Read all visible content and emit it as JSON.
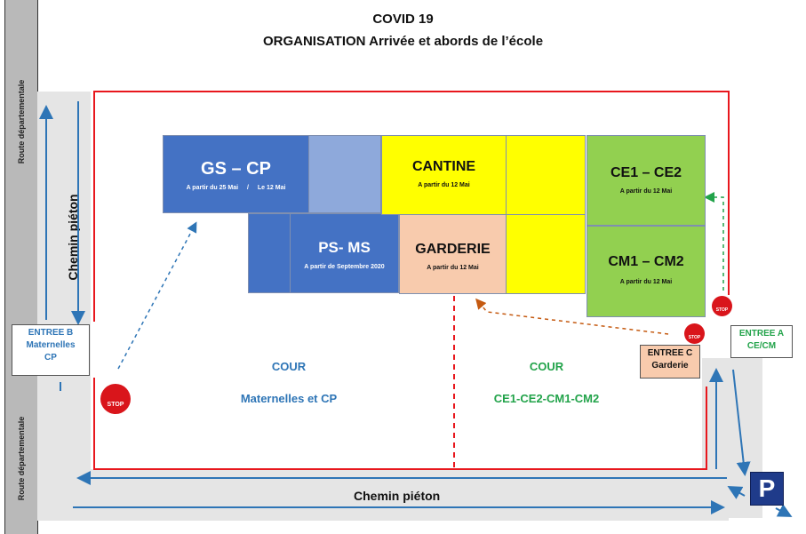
{
  "title": {
    "line1": "COVID 19",
    "line2": "ORGANISATION Arrivée et abords de l’école"
  },
  "roads": {
    "left_top": "Route départementale",
    "left_bottom": "Route départementale"
  },
  "paths": {
    "left": "Chemin piéton",
    "bottom": "Chemin piéton"
  },
  "buildings": {
    "gs_cp": {
      "name": "GS – CP",
      "sub_a": "A partir du 25 Mai",
      "sub_sep": "/",
      "sub_b": "Le 12 Mai"
    },
    "ps_ms": {
      "name": "PS- MS",
      "sub": "A partir de Septembre 2020"
    },
    "cantine": {
      "name": "CANTINE",
      "sub": "A partir du 12 Mai"
    },
    "garderie": {
      "name": "GARDERIE",
      "sub": "A partir du 12 Mai"
    },
    "ce": {
      "name": "CE1 – CE2",
      "sub": "A partir du 12 Mai"
    },
    "cm": {
      "name": "CM1 – CM2",
      "sub": "A partir du 12 Mai"
    }
  },
  "entrances": {
    "b": {
      "line1": "ENTREE B",
      "line2": "Maternelles",
      "line3": "CP"
    },
    "a": {
      "line1": "ENTREE A",
      "line2": "CE/CM"
    },
    "c": {
      "line1": "ENTREE C",
      "line2": "Garderie"
    }
  },
  "courts": {
    "left": {
      "line1": "COUR",
      "line2": "Maternelles et CP"
    },
    "right": {
      "line1": "COUR",
      "line2": "CE1-CE2-CM1-CM2"
    }
  },
  "stop_label": "STOP",
  "parking_label": "P",
  "colors": {
    "wall": "#e8171d",
    "arrow_blue": "#2e75b6",
    "arrow_green": "#22a34a",
    "arrow_orange": "#c55a11",
    "text_blue": "#2e75b6",
    "text_green": "#22a34a"
  }
}
